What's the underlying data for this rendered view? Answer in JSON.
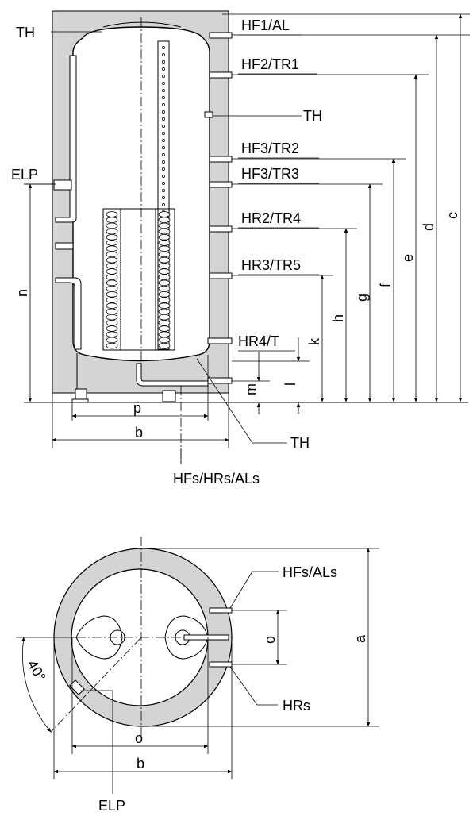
{
  "side_view": {
    "labels": {
      "th_top": "TH",
      "hf1": "HF1/AL",
      "hf2": "HF2/TR1",
      "th_side": "TH",
      "hf3_tr2": "HF3/TR2",
      "hf3_tr3": "HF3/TR3",
      "hr2": "HR2/TR4",
      "hr3": "HR3/TR5",
      "hr4": "HR4/T",
      "elp": "ELP",
      "th_bottom": "TH",
      "hfs_hrs_als": "HFs/HRs/ALs"
    },
    "dimensions": {
      "c": "c",
      "d": "d",
      "e": "e",
      "f": "f",
      "g": "g",
      "h": "h",
      "k": "k",
      "l": "l",
      "m": "m",
      "n": "n",
      "p": "p",
      "b": "b"
    }
  },
  "top_view": {
    "labels": {
      "hfs_als": "HFs/ALs",
      "hrs": "HRs",
      "elp": "ELP",
      "angle": "40°"
    },
    "dimensions": {
      "a": "a",
      "o_right": "o",
      "o_bottom": "o",
      "b": "b"
    }
  }
}
